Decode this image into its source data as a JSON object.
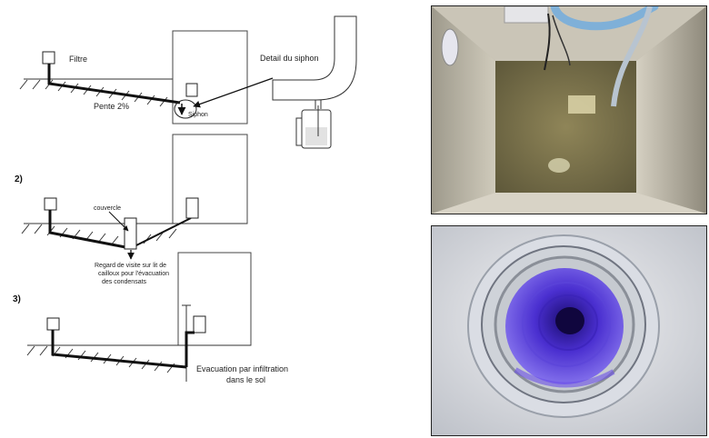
{
  "diagram": {
    "step1": {
      "filtre_label": "Filtre",
      "pente_label": "Pente 2%",
      "siphon_label": "Siphon",
      "detail_label": "Detail du siphon"
    },
    "step2": {
      "number": "2)",
      "couvercle_label": "couvercle",
      "regard_line1": "Regard de visite sur lit de",
      "regard_line2": "cailloux pour l'évacuation",
      "regard_line3": "des condensats"
    },
    "step3": {
      "number": "3)",
      "evac_line1": "Evacuation par  infiltration",
      "evac_line2": "dans le sol"
    }
  },
  "photos": [
    {
      "name": "inspection-pit-photo"
    },
    {
      "name": "pipe-interior-photo"
    }
  ]
}
